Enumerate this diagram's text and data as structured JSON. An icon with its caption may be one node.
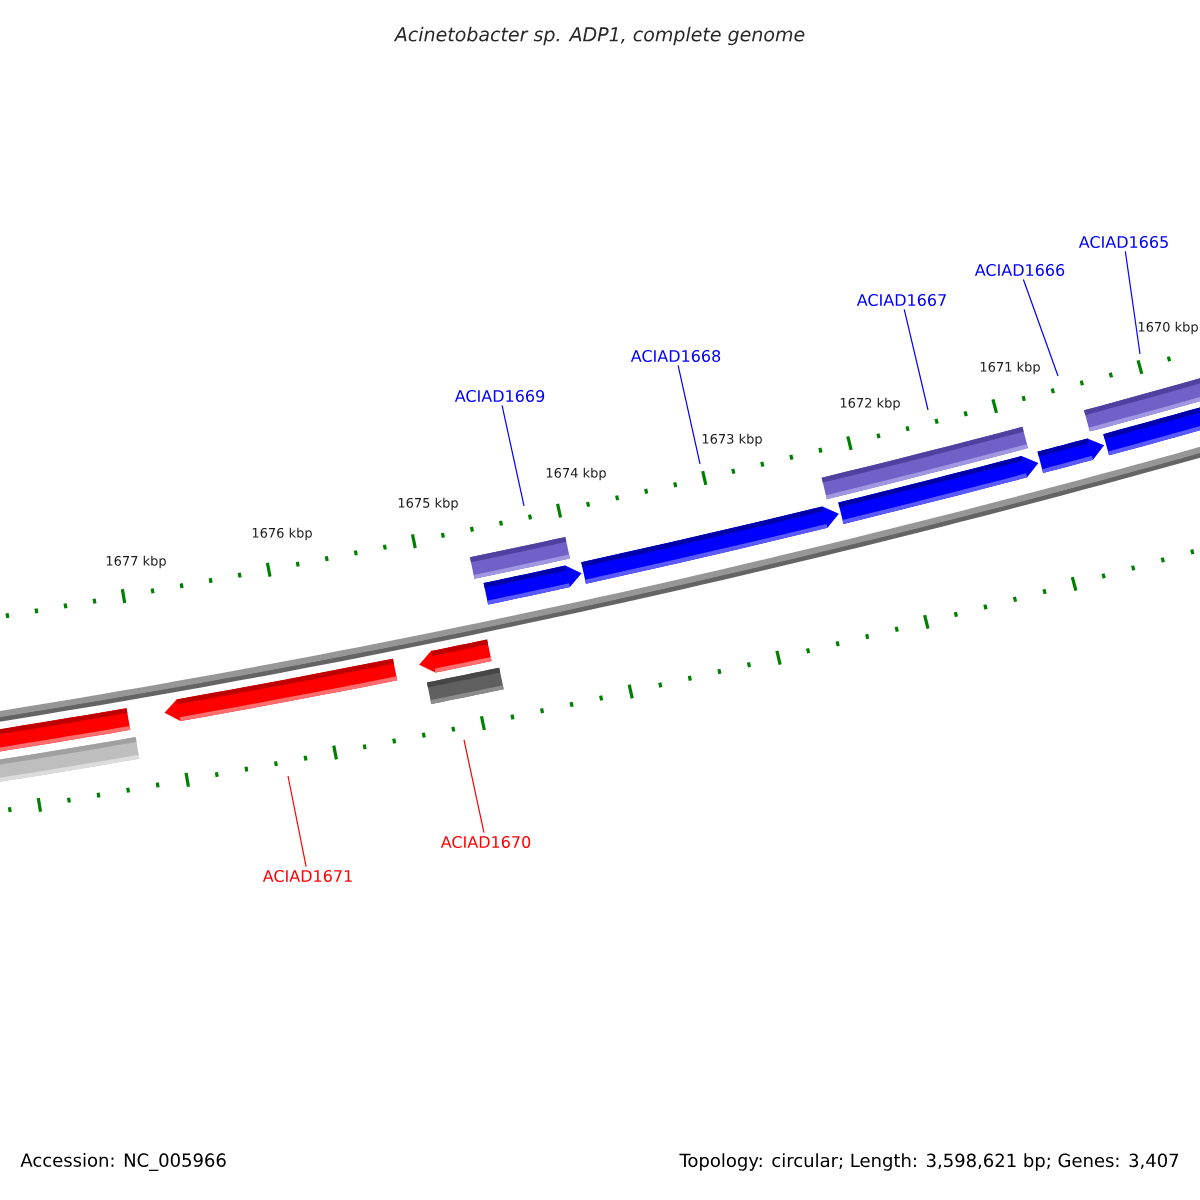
{
  "diagram": {
    "title": "Acinetobacter sp. ADP1, complete genome",
    "nodes": [
      {
        "text": [
          "ACIAD1669"
        ]
      },
      {
        "text": [
          "ACIAD1668"
        ]
      },
      {
        "text": [
          "ACIAD1667"
        ]
      },
      {
        "text": [
          "ACIAD1666"
        ]
      },
      {
        "text": [
          "ACIAD1665"
        ]
      },
      {
        "text": [
          "ACIAD1671"
        ]
      },
      {
        "text": [
          "ACIAD1670"
        ]
      }
    ],
    "edges": [
      {
        "from": 0,
        "to": null,
        "arrow": "none"
      },
      {
        "from": 1,
        "to": null,
        "arrow": "none"
      },
      {
        "from": 2,
        "to": null,
        "arrow": "none"
      },
      {
        "from": 3,
        "to": null,
        "arrow": "none"
      },
      {
        "from": 4,
        "to": null,
        "arrow": "none"
      },
      {
        "from": 5,
        "to": null,
        "arrow": "none",
        "color": "#ff0000"
      },
      {
        "from": 6,
        "to": null,
        "arrow": "none",
        "color": "#ff0000"
      }
    ],
    "labels": [
      "1677 kbp",
      "1676 kbp",
      "1675 kbp",
      "1674 kbp",
      "1673 kbp",
      "1672 kbp",
      "1671 kbp",
      "1670 kbp",
      "Accession: NC_005966",
      "Topology: circular; Length: 3,598,621 bp; Genes: 3,407"
    ]
  }
}
